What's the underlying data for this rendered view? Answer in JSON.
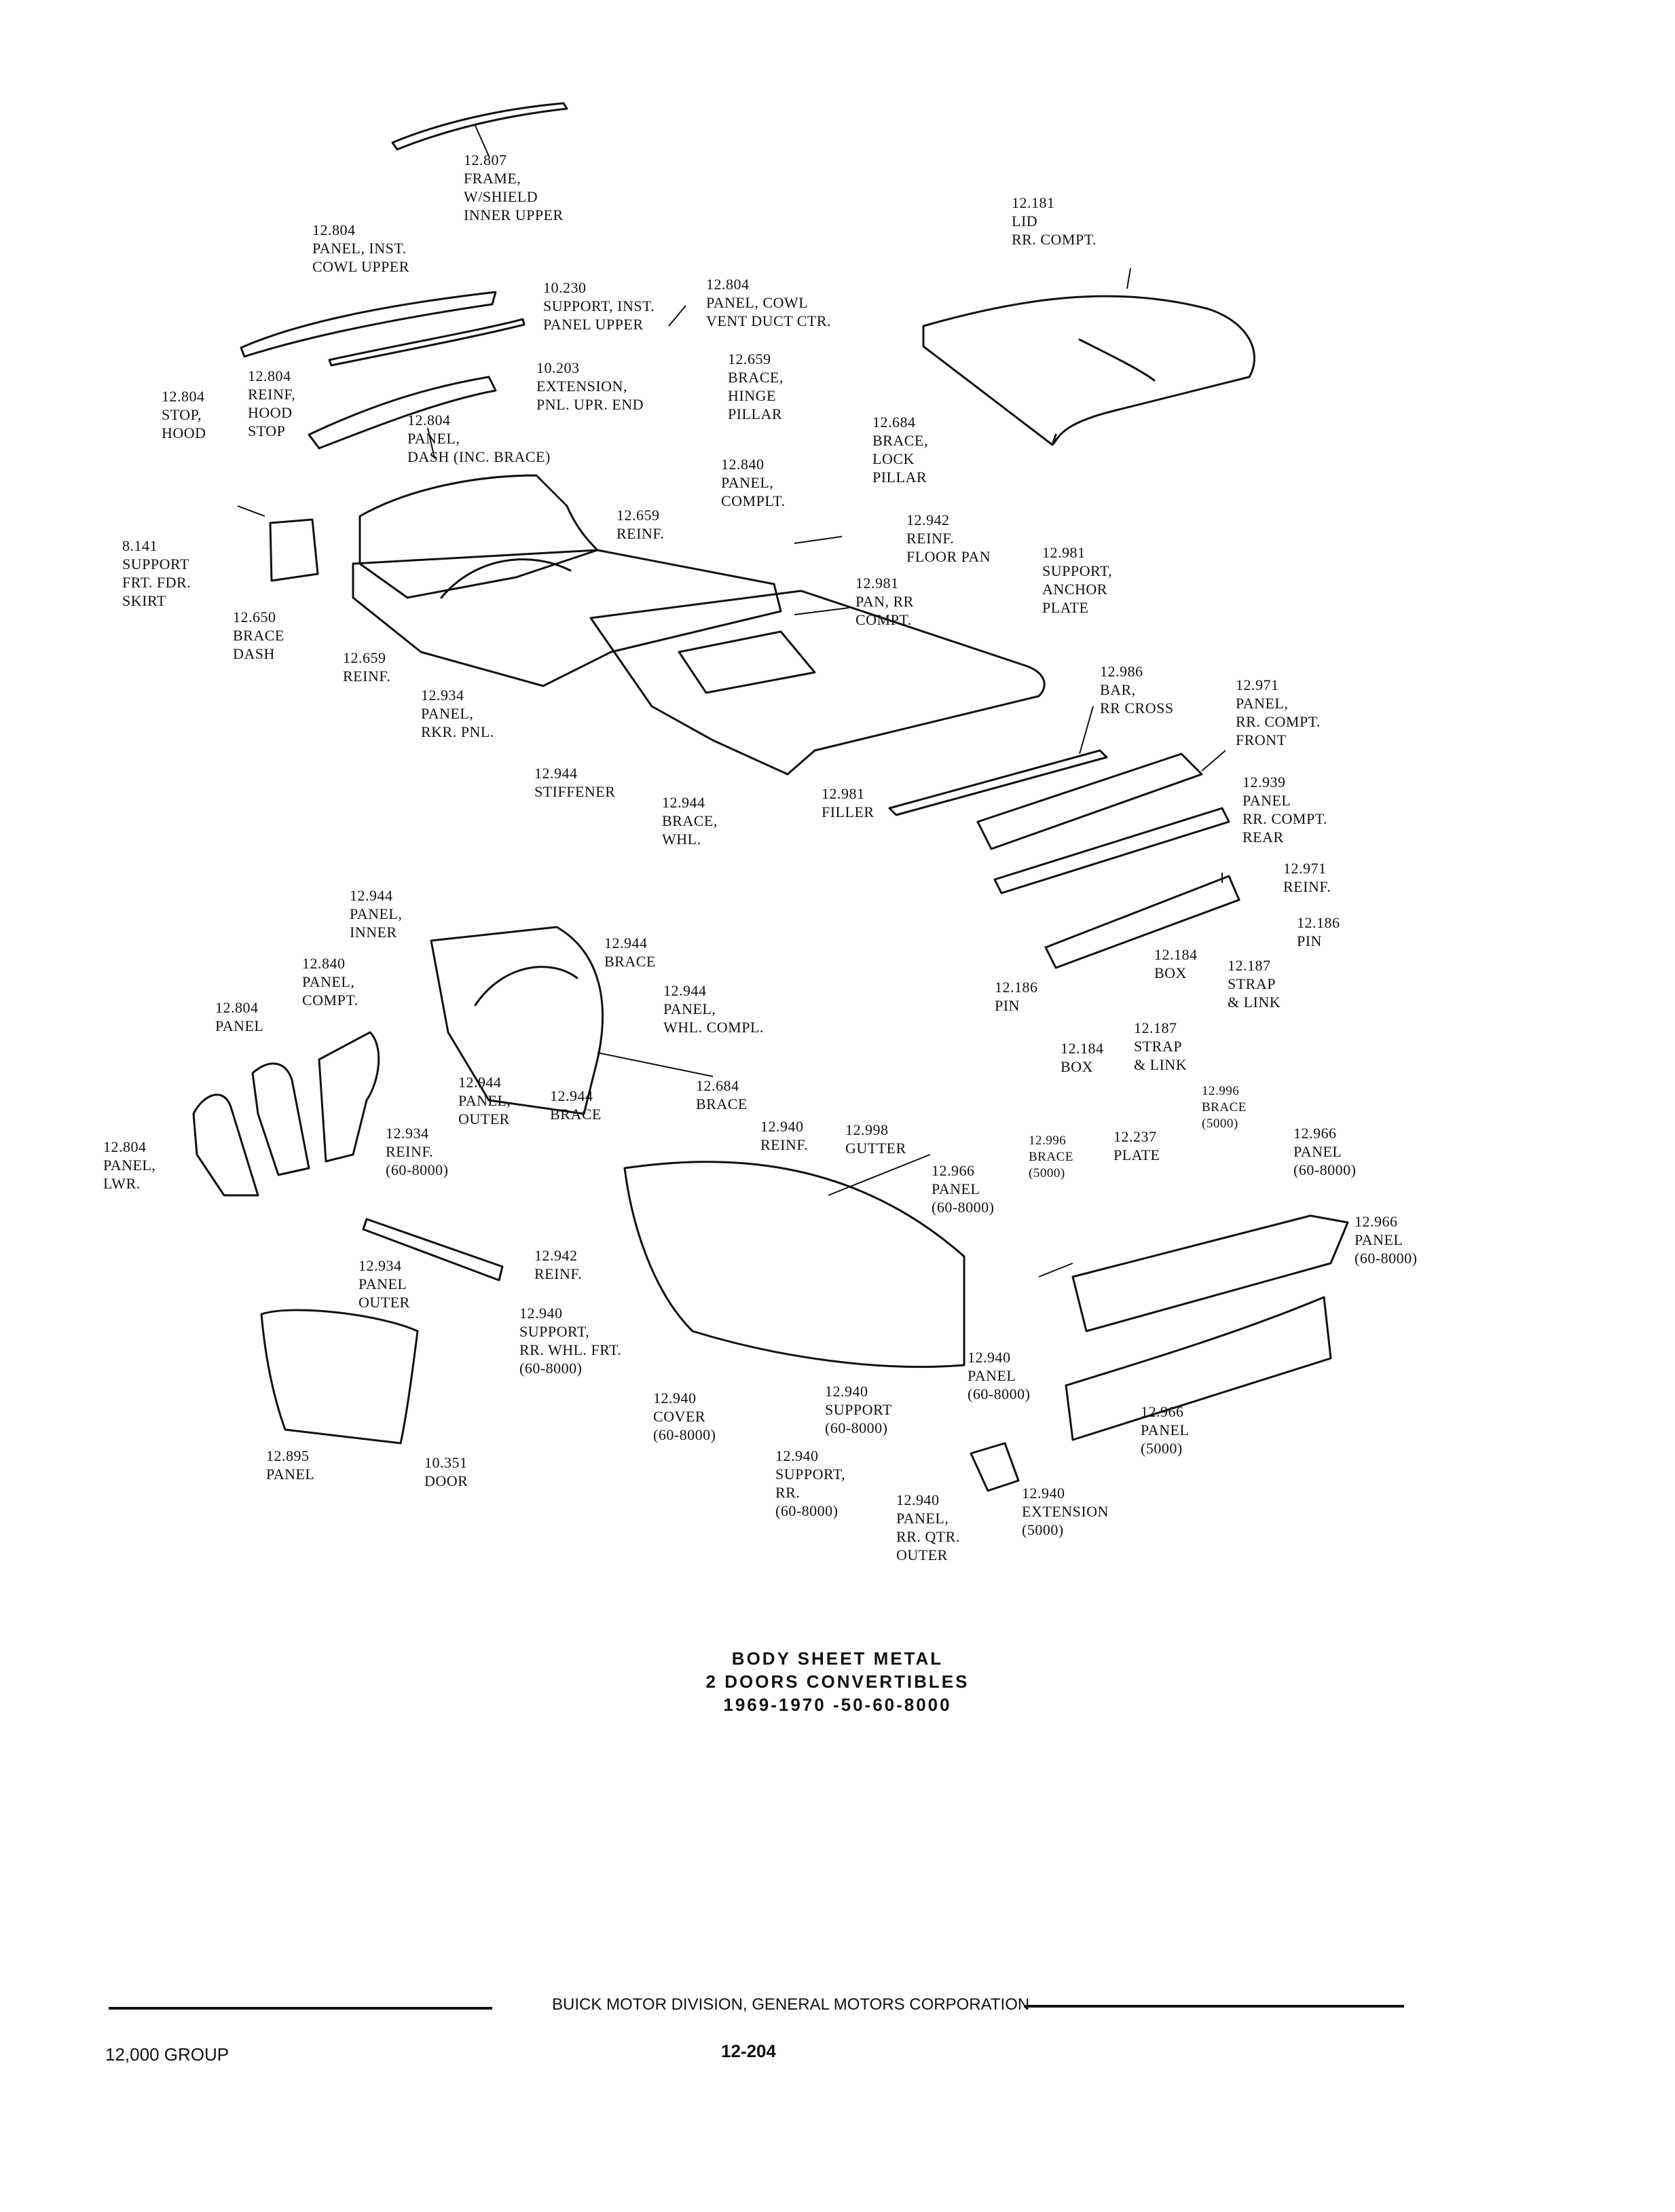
{
  "labels": [
    {
      "id": "frame-windshield-inner-upper",
      "text": "12.807\nFRAME,\nW/SHIELD\nINNER UPPER"
    },
    {
      "id": "panel-inst-cowl-upper",
      "text": "12.804\nPANEL, INST.\nCOWL UPPER"
    },
    {
      "id": "support-inst-panel-upper",
      "text": "10.230\nSUPPORT, INST.\nPANEL UPPER"
    },
    {
      "id": "panel-cowl-vent-duct",
      "text": "12.804\nPANEL, COWL\nVENT DUCT CTR."
    },
    {
      "id": "lid-rr-compt",
      "text": "12.181\nLID\nRR. COMPT."
    },
    {
      "id": "stop-hood",
      "text": "12.804\nSTOP,\nHOOD"
    },
    {
      "id": "reinf-hood-stop",
      "text": "12.804\nREINF,\nHOOD\nSTOP"
    },
    {
      "id": "extension-pnl-upr-end",
      "text": "10.203\nEXTENSION,\nPNL. UPR. END"
    },
    {
      "id": "brace-hinge-pillar",
      "text": "12.659\nBRACE,\nHINGE\nPILLAR"
    },
    {
      "id": "panel-dash",
      "text": "12.804\nPANEL,\nDASH (INC. BRACE)"
    },
    {
      "id": "panel-complt-upper",
      "text": "12.840\nPANEL,\nCOMPLT."
    },
    {
      "id": "brace-lock-pillar",
      "text": "12.684\nBRACE,\nLOCK\nPILLAR"
    },
    {
      "id": "reinf-12659-upper",
      "text": "12.659\nREINF."
    },
    {
      "id": "reinf-floor-pan",
      "text": "12.942\nREINF.\nFLOOR PAN"
    },
    {
      "id": "support-frt-fdr-skirt",
      "text": "8.141\nSUPPORT\nFRT. FDR.\nSKIRT"
    },
    {
      "id": "support-anchor-plate",
      "text": "12.981\nSUPPORT,\nANCHOR\nPLATE"
    },
    {
      "id": "pan-rr-compt",
      "text": "12.981\nPAN, RR\nCOMPT."
    },
    {
      "id": "brace-dash",
      "text": "12.650\nBRACE\nDASH"
    },
    {
      "id": "reinf-12659-lower",
      "text": "12.659\nREINF."
    },
    {
      "id": "panel-rkr-pnl",
      "text": "12.934\nPANEL,\nRKR. PNL."
    },
    {
      "id": "bar-rr-cross",
      "text": "12.986\nBAR,\nRR CROSS"
    },
    {
      "id": "panel-rr-compt-front",
      "text": "12.971\nPANEL,\nRR. COMPT.\nFRONT"
    },
    {
      "id": "stiffener",
      "text": "12.944\nSTIFFENER"
    },
    {
      "id": "brace-whl",
      "text": "12.944\nBRACE,\nWHL."
    },
    {
      "id": "filler",
      "text": "12.981\nFILLER"
    },
    {
      "id": "panel-rr-compt-rear",
      "text": "12.939\nPANEL\nRR. COMPT.\nREAR"
    },
    {
      "id": "reinf-12971",
      "text": "12.971\nREINF."
    },
    {
      "id": "pin-right",
      "text": "12.186\nPIN"
    },
    {
      "id": "box-right",
      "text": "12.184\nBOX"
    },
    {
      "id": "strap-link-right",
      "text": "12.187\nSTRAP\n& LINK"
    },
    {
      "id": "panel-inner",
      "text": "12.944\nPANEL,\nINNER"
    },
    {
      "id": "brace-12944",
      "text": "12.944\nBRACE"
    },
    {
      "id": "panel-compt-lower",
      "text": "12.840\nPANEL,\nCOMPT."
    },
    {
      "id": "panel-whl-compl",
      "text": "12.944\nPANEL,\nWHL. COMPL."
    },
    {
      "id": "pin-left",
      "text": "12.186\nPIN"
    },
    {
      "id": "strap-link-left",
      "text": "12.187\nSTRAP\n& LINK"
    },
    {
      "id": "box-left",
      "text": "12.184\nBOX"
    },
    {
      "id": "panel-12804",
      "text": "12.804\nPANEL"
    },
    {
      "id": "panel-outer-12944",
      "text": "12.944\nPANEL,\nOUTER"
    },
    {
      "id": "brace-12944-lower",
      "text": "12.944\nBRACE"
    },
    {
      "id": "brace-12684",
      "text": "12.684\nBRACE"
    },
    {
      "id": "panel-lwr",
      "text": "12.804\nPANEL,\nLWR."
    },
    {
      "id": "reinf-12934",
      "text": "12.934\nREINF.\n(60-8000)"
    },
    {
      "id": "reinf-12940",
      "text": "12.940\nREINF."
    },
    {
      "id": "gutter",
      "text": "12.998\nGUTTER"
    },
    {
      "id": "brace-12996-upper",
      "text": "12.996\nBRACE\n(5000)"
    },
    {
      "id": "brace-12996-lower",
      "text": "12.996\nBRACE\n(5000)"
    },
    {
      "id": "plate-12237",
      "text": "12.237\nPLATE"
    },
    {
      "id": "panel-12966-a",
      "text": "12.966\nPANEL\n(60-8000)"
    },
    {
      "id": "panel-12966-b",
      "text": "12.966\nPANEL\n(60-8000)"
    },
    {
      "id": "panel-12966-c",
      "text": "12.966\nPANEL\n(60-8000)"
    },
    {
      "id": "reinf-12942",
      "text": "12.942\nREINF."
    },
    {
      "id": "panel-outer-12934",
      "text": "12.934\nPANEL\nOUTER"
    },
    {
      "id": "support-rr-whl-frt",
      "text": "12.940\nSUPPORT,\nRR. WHL. FRT.\n(60-8000)"
    },
    {
      "id": "panel-12940",
      "text": "12.940\nPANEL\n(60-8000)"
    },
    {
      "id": "cover-12940",
      "text": "12.940\nCOVER\n(60-8000)"
    },
    {
      "id": "support-12940",
      "text": "12.940\nSUPPORT\n(60-8000)"
    },
    {
      "id": "panel-12966-5000",
      "text": "12.966\nPANEL\n(5000)"
    },
    {
      "id": "panel-12895",
      "text": "12.895\nPANEL"
    },
    {
      "id": "door-10351",
      "text": "10.351\nDOOR"
    },
    {
      "id": "support-rr",
      "text": "12.940\nSUPPORT,\nRR.\n(60-8000)"
    },
    {
      "id": "panel-rr-qtr-outer",
      "text": "12.940\nPANEL,\nRR. QTR.\nOUTER"
    },
    {
      "id": "extension-5000",
      "text": "12.940\nEXTENSION\n(5000)"
    }
  ],
  "caption": {
    "line1": "BODY SHEET METAL",
    "line2": "2 DOORS CONVERTIBLES",
    "line3": "1969-1970 -50-60-8000"
  },
  "footer": {
    "division": "BUICK MOTOR DIVISION, GENERAL MOTORS CORPORATION",
    "group": "12,000 GROUP",
    "page": "12-204"
  }
}
